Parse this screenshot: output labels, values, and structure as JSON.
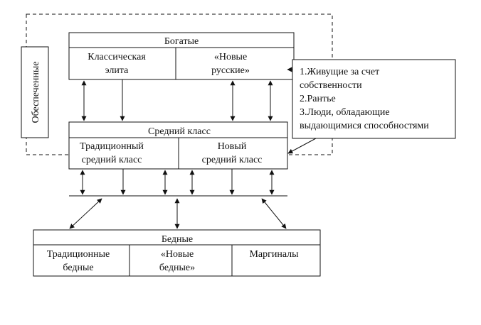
{
  "rich": {
    "title": "Богатые",
    "classic_elite": [
      "Классическая",
      "элита"
    ],
    "new_russians": [
      "«Новые",
      "русские»"
    ]
  },
  "middle": {
    "title": "Средний класс",
    "traditional": [
      "Традиционный",
      "средний класс"
    ],
    "new": [
      "Новый",
      "средний класс"
    ]
  },
  "poor": {
    "title": "Бедные",
    "traditional": [
      "Традиционные",
      "бедные"
    ],
    "new_poor": [
      "«Новые",
      "бедные»"
    ],
    "marginals": [
      "Маргиналы"
    ]
  },
  "secured_label": "Обеспеченные",
  "notes": {
    "lines": [
      "1.Живущие за счет",
      "собственности",
      "2.Рантье",
      "3.Люди, обладающие",
      "выдающимися способностями"
    ]
  }
}
